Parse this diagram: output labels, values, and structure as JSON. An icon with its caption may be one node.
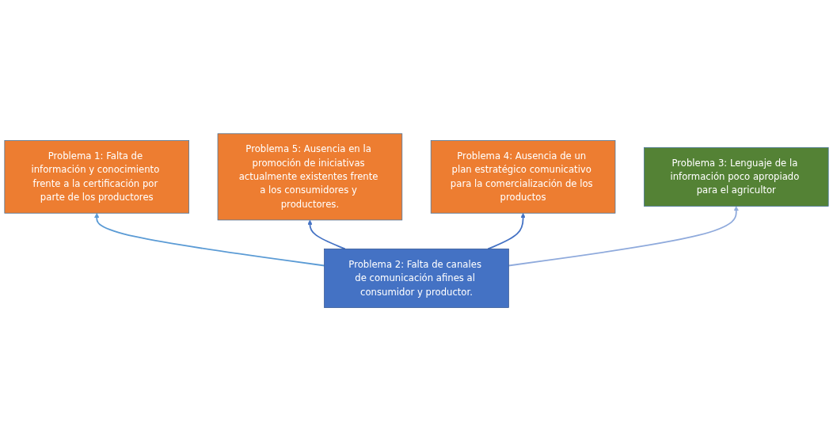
{
  "diagram": {
    "nodes": [
      {
        "text": [
          "Problema 5: Ausencia en la promoción de iniciativas actualmente existentes frente a los consumidores y productores."
        ]
      },
      {
        "text": [
          "Problema 1: Falta de información y conocimiento frente a la certificación por parte de los productores"
        ]
      },
      {
        "text": [
          "Problema 4: Ausencia de un plan estratégico comunicativo para la comercialización de los productos"
        ]
      },
      {
        "text": [
          "Problema 2: Falta de canales de comunicación afines al consumidor y productor."
        ]
      },
      {
        "text": [
          "Problema 3: Lenguaje de la información poco apropiado para el agricultor"
        ]
      }
    ],
    "edges": [
      {
        "from": 3,
        "to": 1,
        "arrow": "to",
        "color": "#5b9bd5"
      },
      {
        "from": 3,
        "to": 0,
        "arrow": "to"
      },
      {
        "from": 3,
        "to": 2,
        "arrow": "to"
      },
      {
        "from": 3,
        "to": 4,
        "arrow": "to",
        "color": "#8faadc"
      }
    ]
  }
}
